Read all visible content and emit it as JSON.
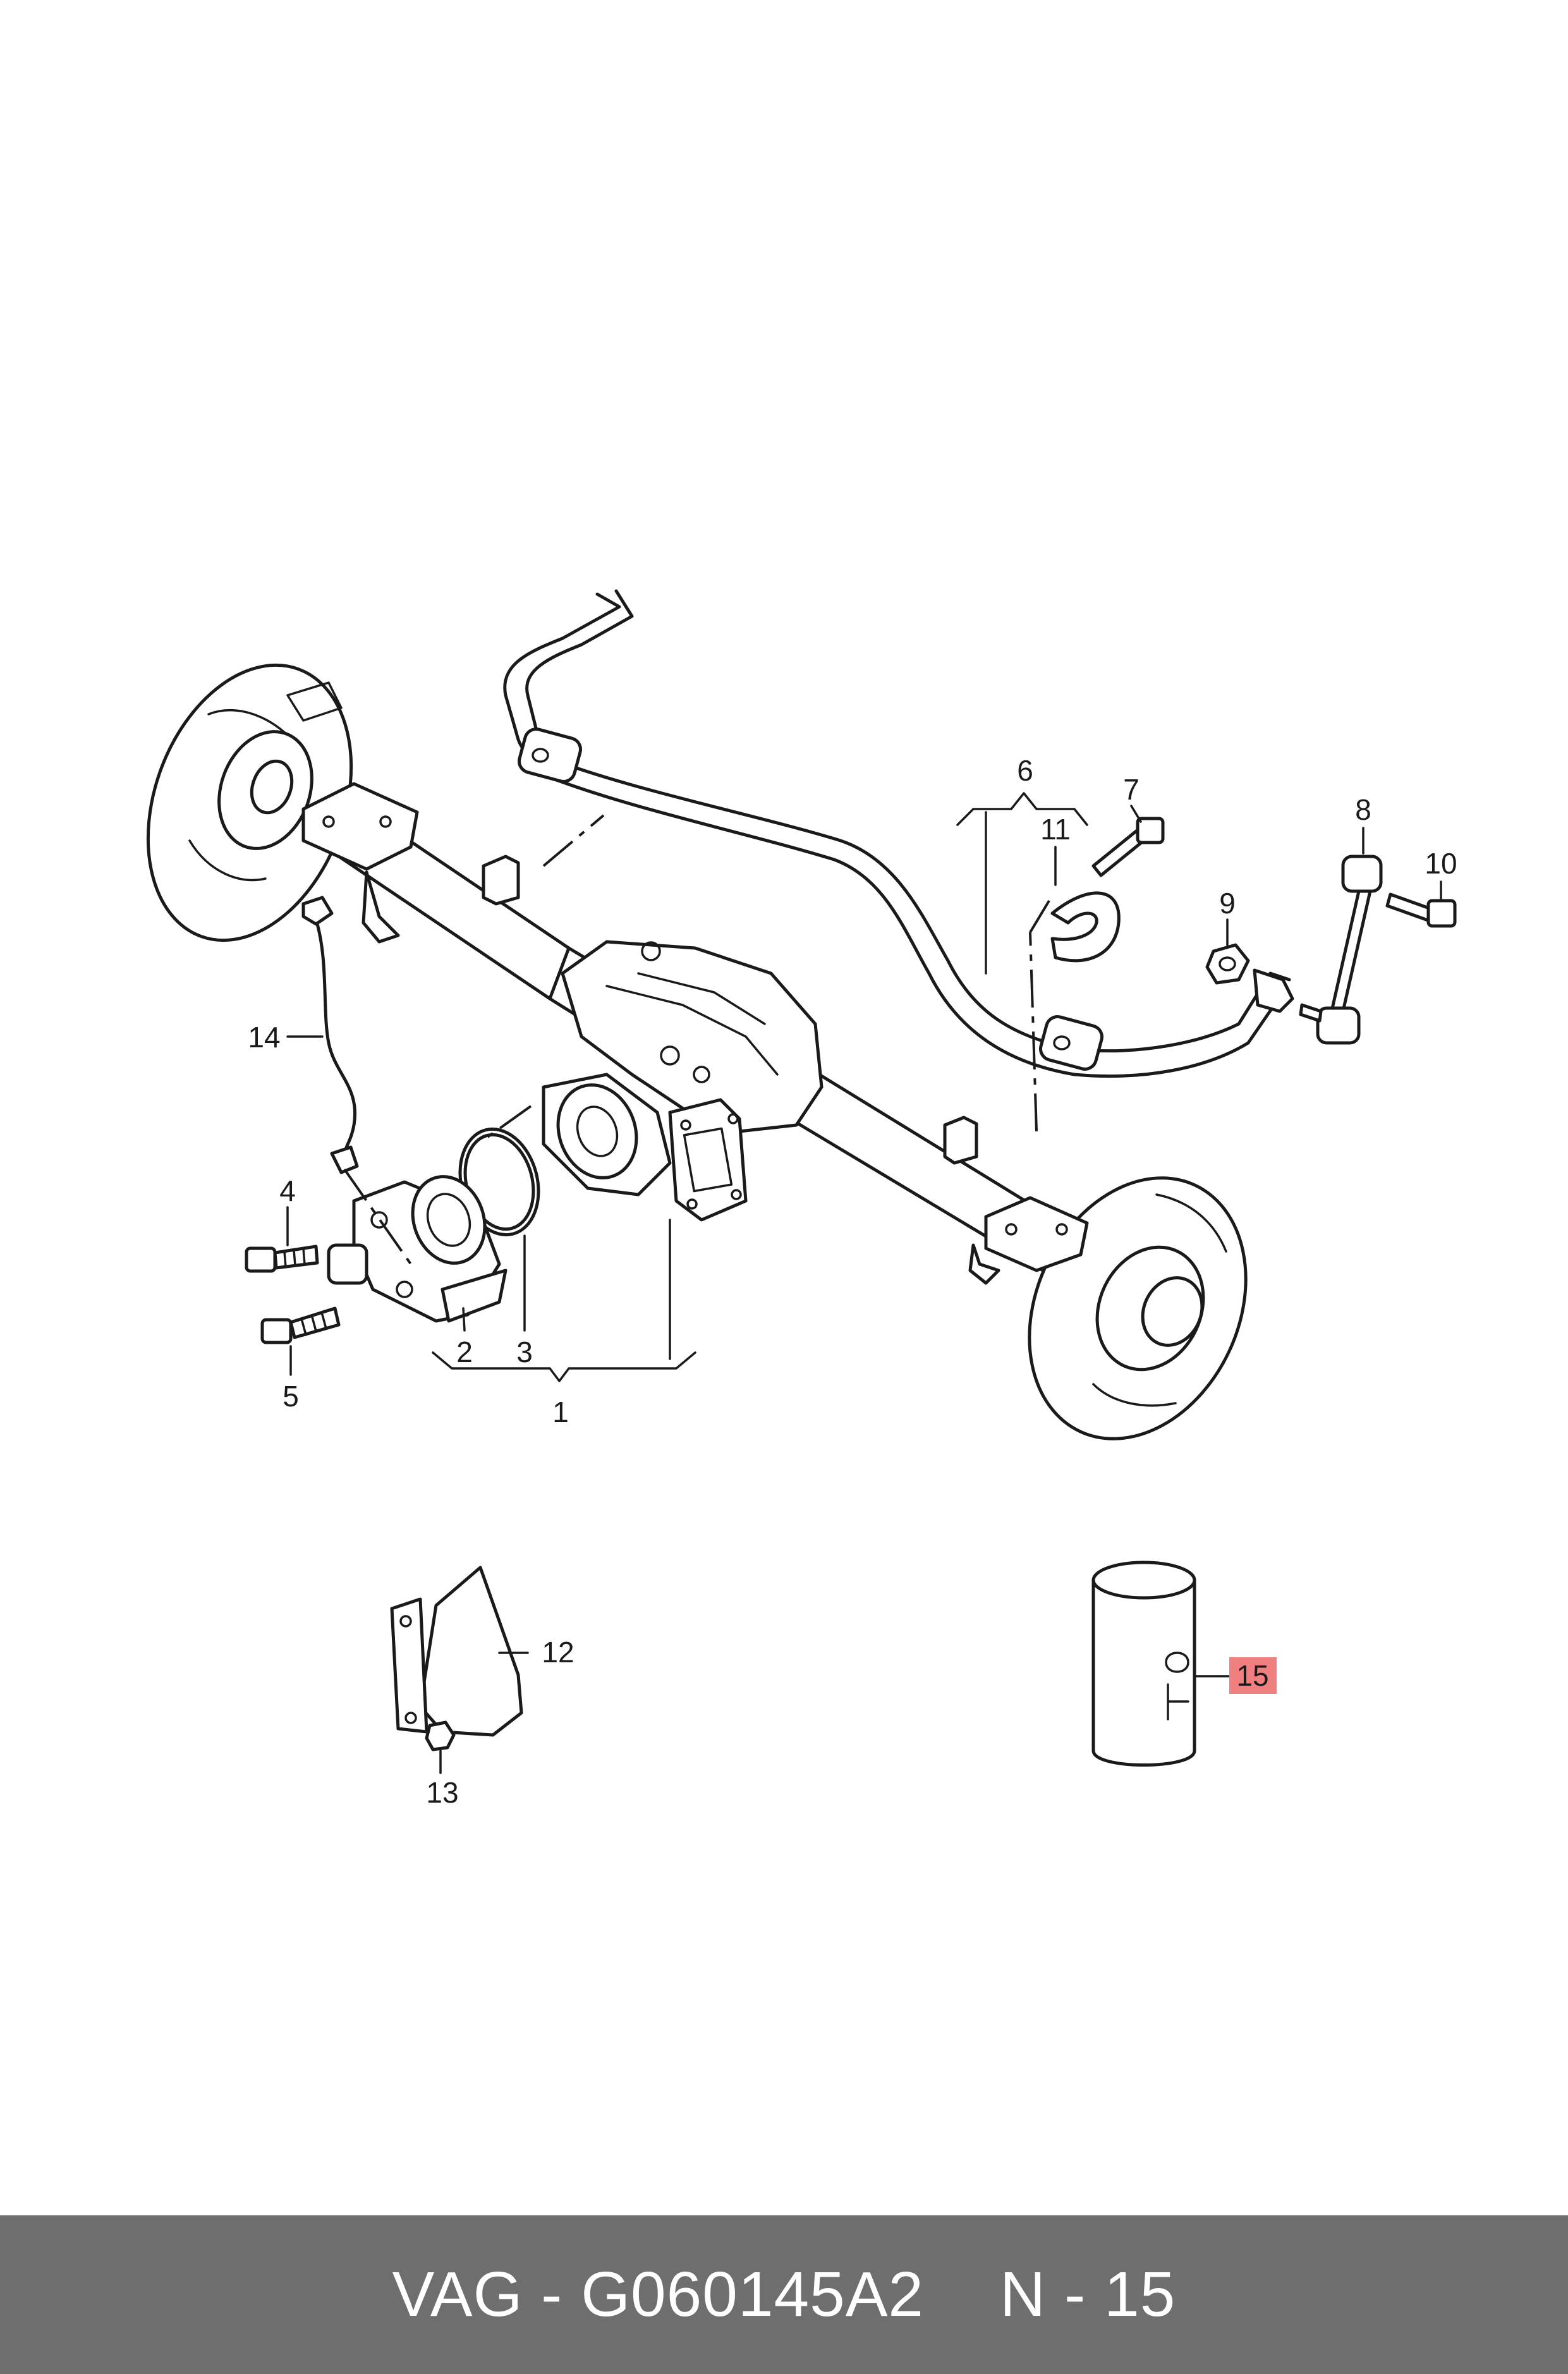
{
  "callouts": [
    {
      "id": "1",
      "label": "1",
      "highlight": false
    },
    {
      "id": "2",
      "label": "2",
      "highlight": false
    },
    {
      "id": "3",
      "label": "3",
      "highlight": false
    },
    {
      "id": "4",
      "label": "4",
      "highlight": false
    },
    {
      "id": "5",
      "label": "5",
      "highlight": false
    },
    {
      "id": "6",
      "label": "6",
      "highlight": false
    },
    {
      "id": "7",
      "label": "7",
      "highlight": false
    },
    {
      "id": "8",
      "label": "8",
      "highlight": false
    },
    {
      "id": "9",
      "label": "9",
      "highlight": false
    },
    {
      "id": "10",
      "label": "10",
      "highlight": false
    },
    {
      "id": "11",
      "label": "11",
      "highlight": false
    },
    {
      "id": "12",
      "label": "12",
      "highlight": false
    },
    {
      "id": "13",
      "label": "13",
      "highlight": false
    },
    {
      "id": "14",
      "label": "14",
      "highlight": false
    },
    {
      "id": "15",
      "label": "15",
      "highlight": true
    }
  ],
  "colors": {
    "line": "#1a1a1a",
    "highlight": "#f08080",
    "footer_bg": "#6e6e6e",
    "footer_text": "#ffffff"
  },
  "footer": {
    "part_number": "VAG - G060145A2",
    "position": "N - 15"
  }
}
